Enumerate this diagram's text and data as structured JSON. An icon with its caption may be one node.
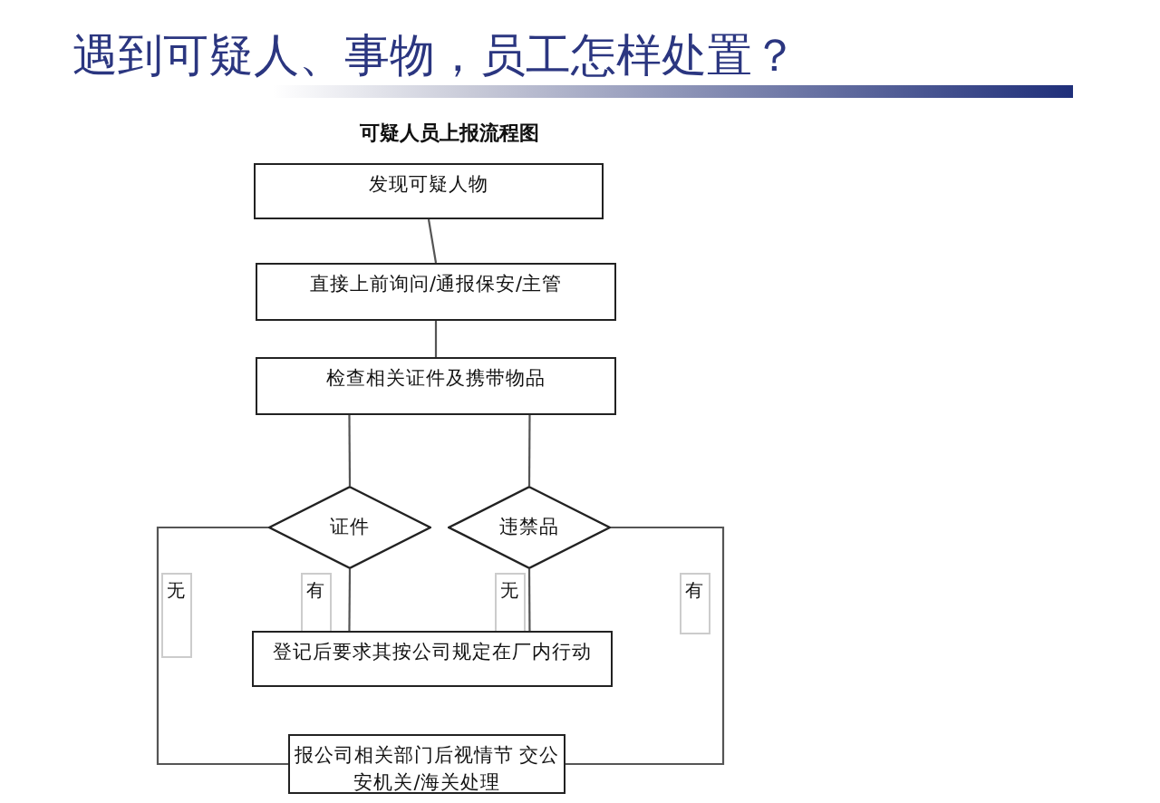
{
  "diagram": {
    "title": "遇到可疑人、事物，员工怎样处置？",
    "nodes": [
      {
        "text": [
          "发现可疑人物"
        ]
      },
      {
        "text": [
          "直接上前询问/通报保安/主管"
        ]
      },
      {
        "text": [
          "检查相关证件及携带物品"
        ]
      },
      {
        "text": [
          "证件"
        ]
      },
      {
        "text": [
          "违禁品"
        ]
      },
      {
        "text": [
          "登记后要求其按公司规定在厂内行动"
        ]
      },
      {
        "text": [
          "报公司相关部门后视情节 交公安机关/海关处理"
        ]
      }
    ],
    "edges": [
      {
        "from": 0,
        "to": 1,
        "arrow": "none"
      },
      {
        "from": 1,
        "to": 2,
        "arrow": "none"
      },
      {
        "from": 2,
        "to": 3,
        "arrow": "none"
      },
      {
        "from": 2,
        "to": 4,
        "arrow": "none"
      },
      {
        "from": 3,
        "to": 6,
        "arrow": "none",
        "label": "无"
      },
      {
        "from": 3,
        "to": 5,
        "arrow": "none",
        "label": "有"
      },
      {
        "from": 4,
        "to": 5,
        "arrow": "none",
        "label": "无"
      },
      {
        "from": 4,
        "to": 6,
        "arrow": "none",
        "label": "有"
      }
    ],
    "labels": [
      "可疑人员上报流程图"
    ]
  }
}
